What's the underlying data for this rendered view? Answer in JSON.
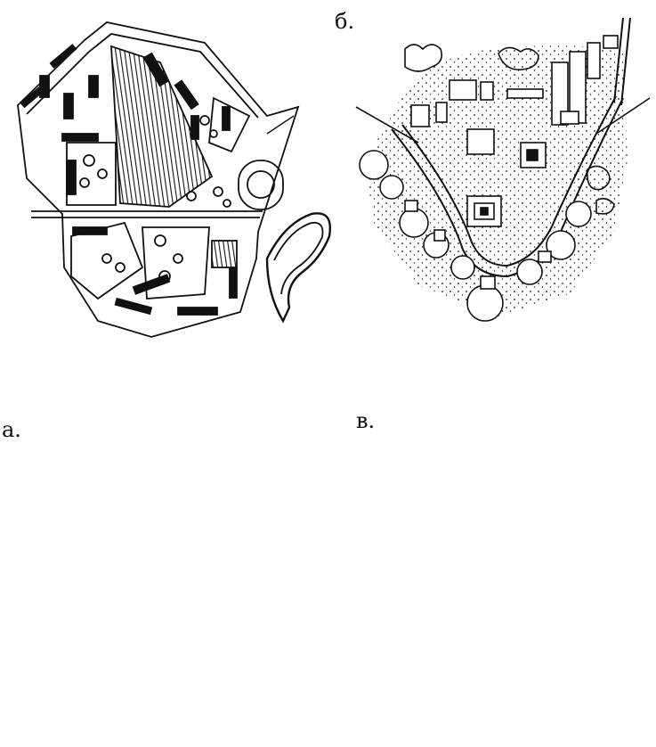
{
  "labels": {
    "b": "б.",
    "a": "а.",
    "v": "в."
  },
  "colors": {
    "ink": "#111111",
    "paper": "#ffffff"
  }
}
